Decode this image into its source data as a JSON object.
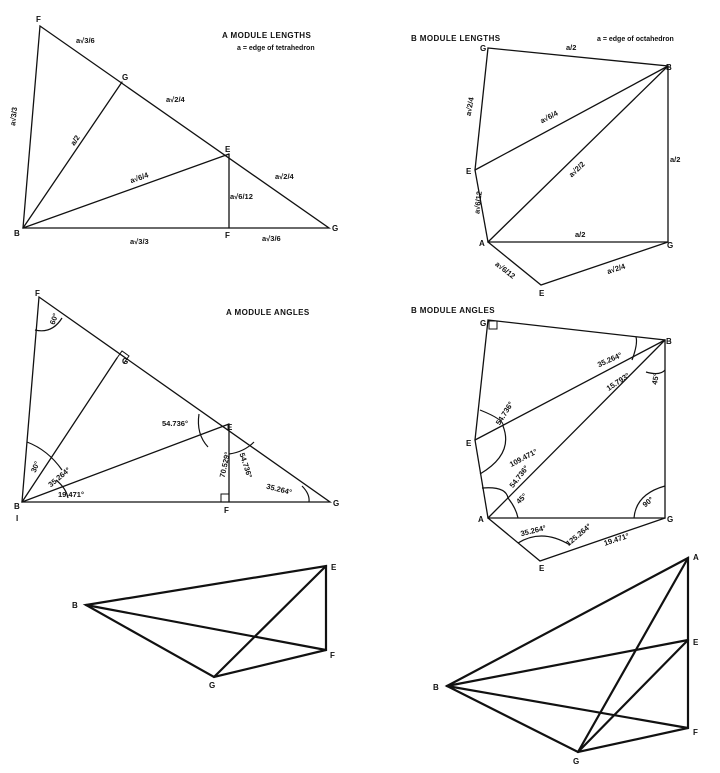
{
  "panels": {
    "a_lengths": {
      "title": "A MODULE LENGTHS",
      "subtitle": "a = edge of tetrahedron",
      "vertices": {
        "F": "F",
        "G": "G",
        "E": "E",
        "B": "B",
        "F2": "F",
        "G2": "G"
      },
      "lengths": {
        "FG": "a√3/6",
        "GE": "a√2/4",
        "FB": "a√3/3",
        "BG": "a/2",
        "BE": "a√6/4",
        "EF": "a√6/12",
        "EG": "a√2/4",
        "BF": "a√3/3",
        "FG2": "a√3/6"
      }
    },
    "b_lengths": {
      "title": "B MODULE LENGTHS",
      "subtitle": "a = edge of octahedron",
      "vertices": {
        "G": "G",
        "B": "B",
        "E": "E",
        "A": "A",
        "G2": "G",
        "E2": "E"
      },
      "lengths": {
        "GB": "a/2",
        "GE": "a√2/4",
        "BE": "a√6/4",
        "BA": "a√2/2",
        "BG": "a/2",
        "EA": "a√6/12",
        "AG": "a/2",
        "AE2": "a√6/12",
        "E2G": "a√2/4"
      }
    },
    "a_angles": {
      "title": "A MODULE ANGLES",
      "vertices": {
        "F": "F",
        "G": "G",
        "E": "E",
        "B": "B",
        "F2": "F",
        "G2": "G",
        "I": "I"
      },
      "angles": {
        "at_F": "60°",
        "B_top": "30°",
        "B_mid": "35.264°",
        "B_low": "19.471°",
        "E_left": "54.736°",
        "E_lowleft": "70.529°",
        "E_lowright": "54.736°",
        "at_G": "35.264°"
      }
    },
    "b_angles": {
      "title": "B MODULE ANGLES",
      "vertices": {
        "G": "G",
        "B": "B",
        "E": "E",
        "A": "A",
        "G2": "G",
        "E2": "E"
      },
      "angles": {
        "B_top": "35.264°",
        "B_mid": "15.793°",
        "B_right": "45°",
        "E_top": "54.736°",
        "E_bottom": "109.471°",
        "A_top": "54.736°",
        "A_mid": "45°",
        "A_low": "35.264°",
        "A_right": "125.264°",
        "at_G": "90°",
        "G_low": "19.471°"
      }
    },
    "a_solid": {
      "vertices": {
        "B": "B",
        "E": "E",
        "F": "F",
        "G": "G"
      }
    },
    "b_solid": {
      "vertices": {
        "A": "A",
        "E": "E",
        "B": "B",
        "F": "F",
        "G": "G"
      }
    }
  }
}
